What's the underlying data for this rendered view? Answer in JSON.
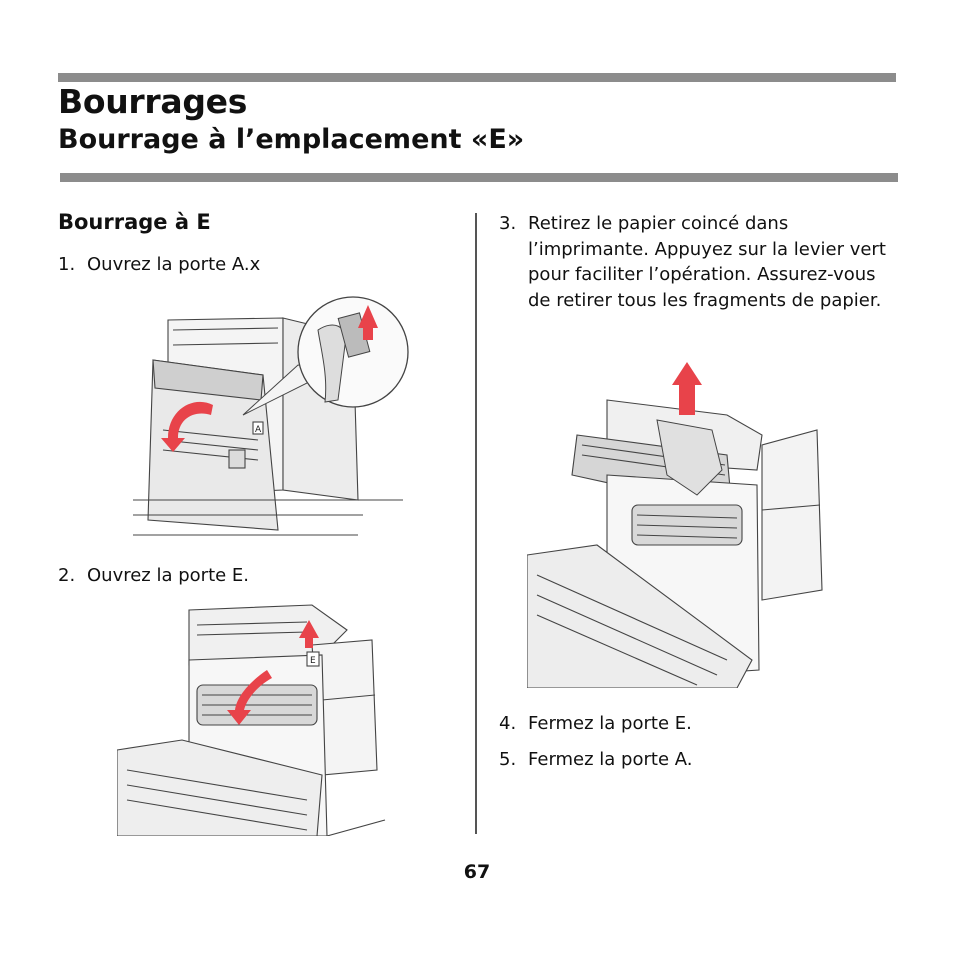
{
  "header": {
    "title": "Bourrages",
    "subtitle": "Bourrage à l’emplacement «E»"
  },
  "section": {
    "heading": "Bourrage à E"
  },
  "steps": [
    {
      "number": "1.",
      "text": "Ouvrez la porte A.x"
    },
    {
      "number": "2.",
      "text": "Ouvrez la porte E."
    },
    {
      "number": "3.",
      "text": "Retirez le papier coincé dans l’imprimante. Appuyez sur la levier vert pour faciliter l’opération. Assurez-vous de retirer tous les fragments de papier."
    },
    {
      "number": "4.",
      "text": "Fermez la porte E."
    },
    {
      "number": "5.",
      "text": "Fermez la porte A."
    }
  ],
  "figures": {
    "fig1": {
      "door_label": "A"
    },
    "fig2": {
      "door_label": "E"
    }
  },
  "colors": {
    "rule": "#8c8c8c",
    "arrow": "#e8434a"
  },
  "page": {
    "number": "67"
  }
}
